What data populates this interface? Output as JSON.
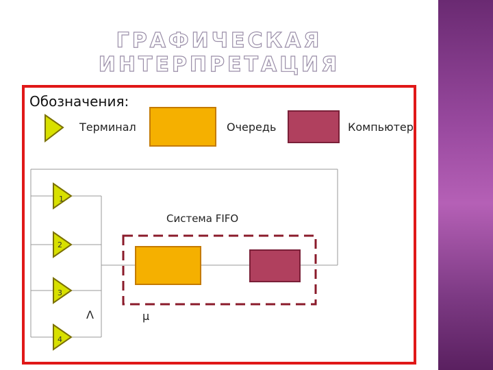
{
  "slide": {
    "title": "ГРАФИЧЕСКАЯ ИНТЕРПРЕТАЦИЯ"
  },
  "legend": {
    "heading": "Обозначения:",
    "terminal_label": "Терминал",
    "queue_label": "Очередь",
    "computer_label": "Компьютер"
  },
  "diagram": {
    "system_label": "Система FIFO",
    "lambda_label": "Λ",
    "mu_label": "μ",
    "terminals": [
      "1",
      "2",
      "3",
      "4"
    ]
  },
  "colors": {
    "frame": "#e01818",
    "queue_fill": "#f5b000",
    "queue_stroke": "#c47a00",
    "computer_fill": "#b0405e",
    "computer_stroke": "#7a2038",
    "terminal_fill": "#d8e000",
    "terminal_stroke": "#7a7000",
    "dashed_border": "#8a1a2a",
    "line": "#999999"
  }
}
